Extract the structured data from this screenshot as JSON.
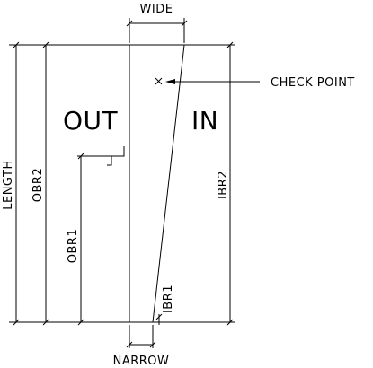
{
  "labels": {
    "wide": "WIDE",
    "narrow": "NARROW",
    "length": "LENGTH",
    "obr2": "OBR2",
    "obr1": "OBR1",
    "ibr2": "IBR2",
    "ibr1": "IBR1",
    "check_point": "CHECK POINT",
    "out": "OUT",
    "in": "IN"
  },
  "icons": {
    "check_point_marker": "x-mark-icon",
    "arrow": "arrowhead-icon"
  }
}
